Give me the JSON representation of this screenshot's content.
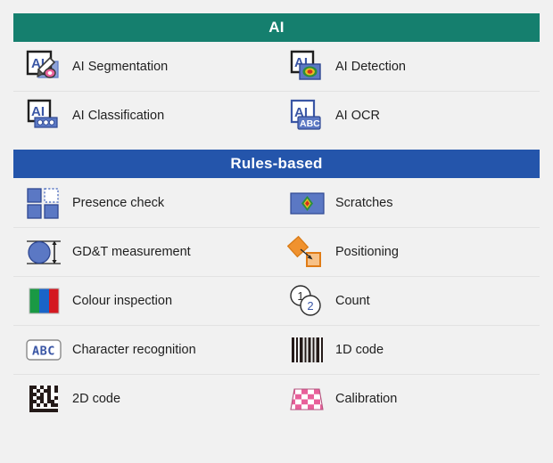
{
  "colors": {
    "ai_header_bg": "#157f6e",
    "rules_header_bg": "#2455ab",
    "page_bg": "#f1f1f1",
    "icon_blue": "#5b78c4",
    "icon_blue_dark": "#3a56a5",
    "icon_orange": "#f0922f",
    "icon_pink": "#e8609a",
    "text": "#1f1f1f"
  },
  "sections": [
    {
      "id": "ai",
      "title": "AI",
      "rows": [
        [
          {
            "icon": "ai-segmentation-icon",
            "label": "AI Segmentation"
          },
          {
            "icon": "ai-detection-icon",
            "label": "AI Detection"
          }
        ],
        [
          {
            "icon": "ai-classification-icon",
            "label": "AI Classification"
          },
          {
            "icon": "ai-ocr-icon",
            "label": "AI OCR"
          }
        ]
      ]
    },
    {
      "id": "rules",
      "title": "Rules-based",
      "rows": [
        [
          {
            "icon": "presence-check-icon",
            "label": "Presence check"
          },
          {
            "icon": "scratches-icon",
            "label": "Scratches"
          }
        ],
        [
          {
            "icon": "gdt-measurement-icon",
            "label": "GD&T measurement"
          },
          {
            "icon": "positioning-icon",
            "label": "Positioning"
          }
        ],
        [
          {
            "icon": "colour-inspection-icon",
            "label": "Colour inspection"
          },
          {
            "icon": "count-icon",
            "label": "Count"
          }
        ],
        [
          {
            "icon": "character-recognition-icon",
            "label": "Character recognition"
          },
          {
            "icon": "one-d-code-icon",
            "label": "1D code"
          }
        ],
        [
          {
            "icon": "two-d-code-icon",
            "label": "2D code"
          },
          {
            "icon": "calibration-icon",
            "label": "Calibration"
          }
        ]
      ]
    }
  ],
  "icon_text": {
    "ai": "AI",
    "abc": "ABC",
    "count_one": "1",
    "count_two": "2",
    "char_abc": "ABC"
  }
}
